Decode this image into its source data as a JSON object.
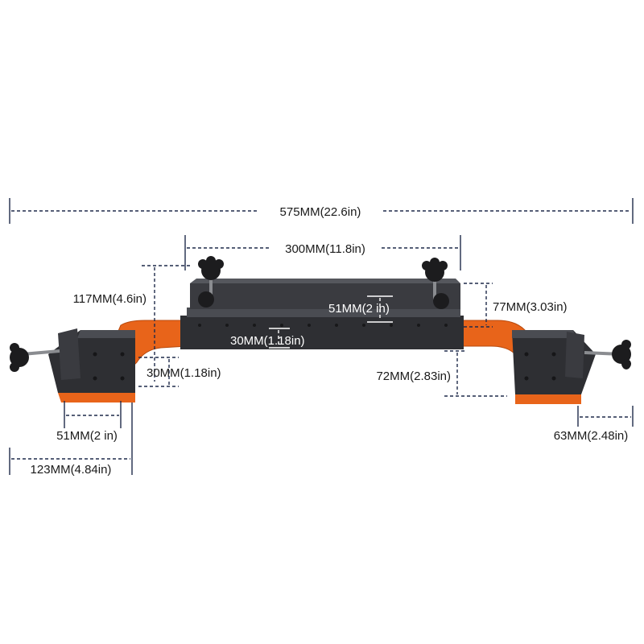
{
  "dimensions": {
    "overall_length": "575MM(22.6in)",
    "top_bar_length": "300MM(11.8in)",
    "top_height": "117MM(4.6in)",
    "bar_inner_height": "51MM(2 in)",
    "bar_right_height": "77MM(3.03in)",
    "bar_front_height": "30MM(1.18in)",
    "foot_height": "30MM(1.18in)",
    "right_drop": "72MM(2.83in)",
    "foot_inner_width": "51MM(2 in)",
    "foot_outer_width": "123MM(4.84in)",
    "right_foot_width": "63MM(2.48in)"
  },
  "colors": {
    "frame": "#e8641a",
    "frame_dark": "#b84a0e",
    "metal": "#2e2f33",
    "metal_light": "#4a4c52",
    "knob": "#1c1c1e",
    "dim_line": "#1f2a4a"
  }
}
